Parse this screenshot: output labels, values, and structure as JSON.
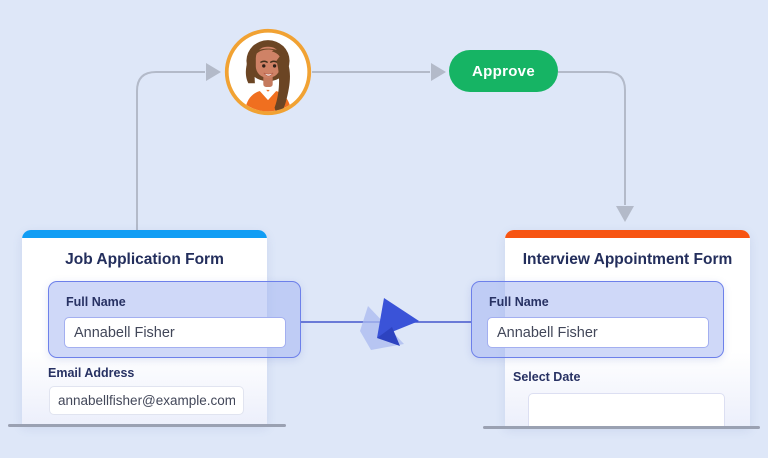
{
  "canvas": {
    "background": "#dee7f8"
  },
  "flow": {
    "approver": {
      "icon": "woman-avatar-icon",
      "ring_color": "#f1a233"
    },
    "approve_button": {
      "label": "Approve",
      "color": "#16b464"
    },
    "connector_color": "#b3bac9",
    "data_arrow_color": "#3a53d8"
  },
  "job_form": {
    "title": "Job Application Form",
    "accent_color": "#119df4",
    "full_name": {
      "label": "Full Name",
      "value": "Annabell Fisher"
    },
    "email": {
      "label": "Email Address",
      "value": "annabellfisher@example.com"
    }
  },
  "interview_form": {
    "title": "Interview Appointment Form",
    "accent_color": "#f75412",
    "full_name": {
      "label": "Full Name",
      "value": "Annabell Fisher"
    },
    "date": {
      "label": "Select Date",
      "value": ""
    }
  }
}
